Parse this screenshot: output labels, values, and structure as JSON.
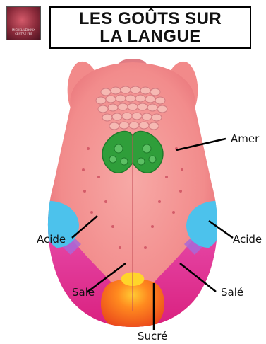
{
  "header": {
    "title_line1": "LES GOÛTS SUR",
    "title_line2": "LA LANGUE",
    "logo_text": "MICHEL LEDOUX\nCENTRE FEE"
  },
  "labels": {
    "amer": "Amer",
    "acide_left": "Acide",
    "acide_right": "Acide",
    "sale_left": "Salé",
    "sale_right": "Salé",
    "sucre": "Sucré"
  },
  "colors": {
    "tongue": "#f49a9a",
    "amer_zone": "#2f9e3a",
    "acide_zone": "#4fc3ea",
    "sale_zone": "#e0309a",
    "sucre_zone": "#f05a1a"
  }
}
